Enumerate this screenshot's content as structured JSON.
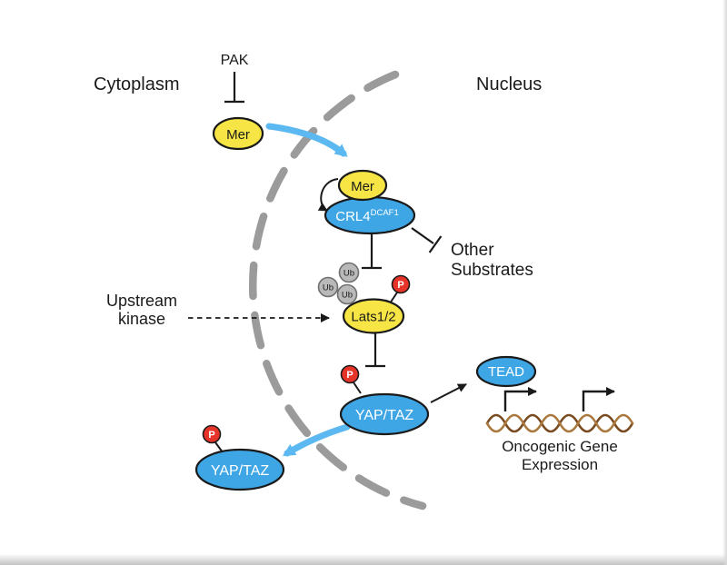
{
  "colors": {
    "ink": "#1a1a1a",
    "protein_yellow": "#f6e544",
    "protein_blue": "#3fa6e6",
    "arrow_blue": "#5bb8f0",
    "phospho_red": "#e6342b",
    "ub_fill": "#b9b9b9",
    "envelope_gray": "#9b9b9b",
    "dna_dark": "#7a4a20",
    "dna_light": "#aa783c"
  },
  "labels": {
    "cytoplasm": "Cytoplasm",
    "nucleus": "Nucleus",
    "pak": "PAK",
    "mer": "Mer",
    "crl4_base": "CRL4",
    "crl4_sup": "DCAF1",
    "other_line1": "Other",
    "other_line2": "Substrates",
    "upstream_line1": "Upstream",
    "upstream_line2": "kinase",
    "lats": "Lats1/2",
    "yap": "YAP/TAZ",
    "tead": "TEAD",
    "ub": "Ub",
    "phospho": "P",
    "onco_line1": "Oncogenic Gene",
    "onco_line2": "Expression"
  }
}
